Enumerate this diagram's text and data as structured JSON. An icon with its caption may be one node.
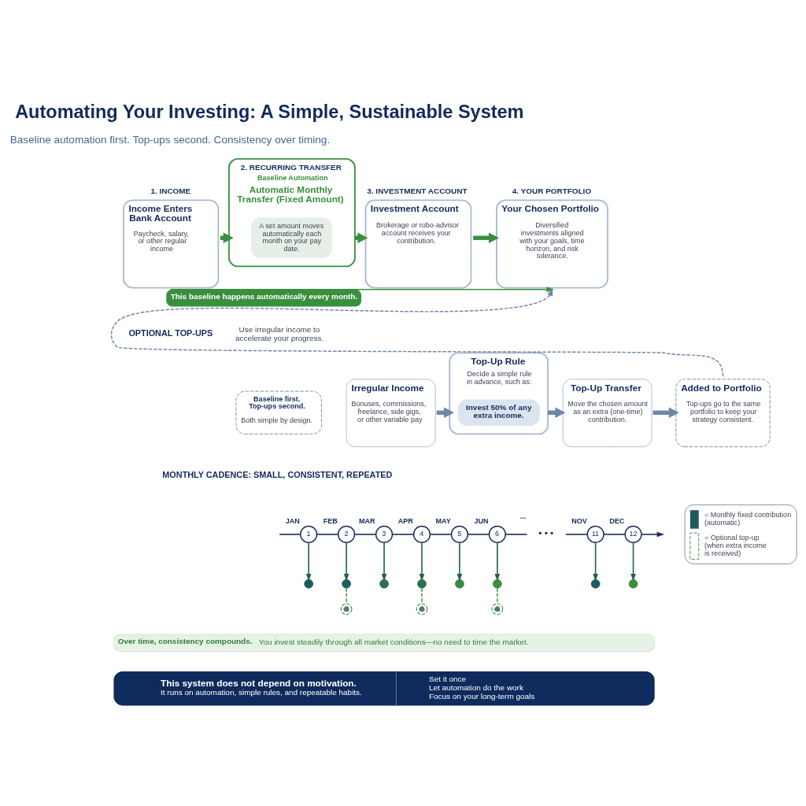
{
  "diagram": {
    "title": "Automating Your Investing: A Simple, Sustainable System",
    "nodes": [
      {
        "text": [
          "1. INCOME",
          "Income Enters Bank Account",
          "Paycheck, salary, or other regular income"
        ]
      },
      {
        "text": [
          "2. RECURRING TRANSFER",
          "Baseline Automation",
          "Automatic Monthly Transfer (Fixed Amount)"
        ]
      },
      {
        "text": [
          "A set amount moves automatically each month on your pay date."
        ],
        "in": 1
      },
      {
        "text": [
          "3. INVESTMENT ACCOUNT",
          "Investment Account",
          "Brokerage or robo-advisor account receives your contribution."
        ]
      },
      {
        "text": [
          "4. YOUR PORTFOLIO",
          "Your Chosen Portfolio",
          "Diversified investments aligned with your goals, time horizon, and risk tolerance."
        ]
      },
      {
        "text": [
          "Baseline first. Top-ups second.",
          "Both simple by design."
        ]
      },
      {
        "text": [
          "Irregular Income",
          "Bonuses, commissions, freelance, side gigs, or other variable pay"
        ]
      },
      {
        "text": [
          "Top-Up Rule",
          "Decide a simple rule in advance, such as:"
        ]
      },
      {
        "text": [
          "Invest 50% of any extra income."
        ],
        "in": 7
      },
      {
        "text": [
          "Top-Up Transfer",
          "Move the chosen amount as an extra (one-time) contribution."
        ]
      },
      {
        "text": [
          "Added to Portfolio",
          "Top-ups go to the same portfolio to keep your strategy consistent."
        ]
      },
      {
        "text": [
          "1"
        ],
        "beside": [
          "JAN"
        ]
      },
      {
        "text": [
          "2"
        ],
        "beside": [
          "FEB"
        ]
      },
      {
        "text": [
          "3"
        ],
        "beside": [
          "MAR"
        ]
      },
      {
        "text": [
          "4"
        ],
        "beside": [
          "APR"
        ]
      },
      {
        "text": [
          "5"
        ],
        "beside": [
          "MAY"
        ]
      },
      {
        "text": [
          "6"
        ],
        "beside": [
          "JUN"
        ]
      },
      {
        "text": [
          "• • •"
        ],
        "beside": [
          "..."
        ]
      },
      {
        "text": [
          "11"
        ],
        "beside": [
          "NOV"
        ]
      },
      {
        "text": [
          "12"
        ],
        "beside": [
          "DEC"
        ]
      },
      {
        "text": [],
        "shape": "circle"
      },
      {
        "text": [],
        "shape": "circle"
      },
      {
        "text": [],
        "shape": "circle"
      },
      {
        "text": [],
        "shape": "circle"
      },
      {
        "text": [],
        "shape": "circle"
      },
      {
        "text": [],
        "shape": "circle"
      },
      {
        "text": [],
        "shape": "circle"
      },
      {
        "text": [],
        "shape": "circle"
      },
      {
        "text": [],
        "shape": "circle"
      },
      {
        "text": [],
        "shape": "circle"
      },
      {
        "text": [],
        "shape": "circle"
      },
      {
        "text": [
          "Over time, consistency compounds.",
          "You invest steadily through all market conditions—no need to time the market."
        ]
      },
      {
        "text": [
          "This system does not depend on motivation.",
          "It runs on automation, simple rules, and repeatable habits.",
          "Set it once",
          "Let automation do the work",
          "Focus on your long-term goals"
        ]
      }
    ],
    "edges": [
      {
        "from": 0,
        "to": 1,
        "arrow": "to",
        "style": "thick",
        "color": "#3a8f3e"
      },
      {
        "from": 1,
        "to": 3,
        "arrow": "to",
        "style": "thick",
        "color": "#3a8f3e"
      },
      {
        "from": 3,
        "to": 4,
        "arrow": "to",
        "style": "thick",
        "color": "#3a8f3e"
      },
      {
        "from": 0,
        "to": 4,
        "arrow": "to",
        "label": "This baseline happens automatically every month.",
        "color": "#3a8f3e"
      },
      {
        "from": 6,
        "to": 7,
        "arrow": "to",
        "style": "thick",
        "color": "#6f87a8"
      },
      {
        "from": 7,
        "to": 9,
        "arrow": "to",
        "style": "thick",
        "color": "#6f87a8"
      },
      {
        "from": 9,
        "to": 10,
        "arrow": "to",
        "style": "thick",
        "color": "#6f87a8"
      },
      {
        "from": 10,
        "to": 4,
        "arrow": "to",
        "style": "dashed",
        "color": "#6f87a8"
      },
      {
        "from": null,
        "to": 11,
        "arrow": "none"
      },
      {
        "from": 11,
        "to": 12,
        "arrow": "none"
      },
      {
        "from": 12,
        "to": 13,
        "arrow": "none"
      },
      {
        "from": 13,
        "to": 14,
        "arrow": "none"
      },
      {
        "from": 14,
        "to": 15,
        "arrow": "none"
      },
      {
        "from": 15,
        "to": 16,
        "arrow": "none"
      },
      {
        "from": 16,
        "to": 17,
        "arrow": "none"
      },
      {
        "from": 17,
        "to": 18,
        "arrow": "none"
      },
      {
        "from": 18,
        "to": 19,
        "arrow": "none"
      },
      {
        "from": 19,
        "to": null,
        "arrow": "to"
      },
      {
        "from": 11,
        "to": 20,
        "arrow": "to",
        "color": "#245f5a"
      },
      {
        "from": 12,
        "to": 21,
        "arrow": "to",
        "color": "#245f5a"
      },
      {
        "from": 13,
        "to": 22,
        "arrow": "to",
        "color": "#245f5a"
      },
      {
        "from": 14,
        "to": 23,
        "arrow": "to",
        "color": "#245f5a"
      },
      {
        "from": 15,
        "to": 24,
        "arrow": "to",
        "color": "#245f5a"
      },
      {
        "from": 16,
        "to": 25,
        "arrow": "to",
        "color": "#245f5a"
      },
      {
        "from": 18,
        "to": 26,
        "arrow": "to",
        "color": "#245f5a"
      },
      {
        "from": 19,
        "to": 27,
        "arrow": "to",
        "color": "#245f5a"
      },
      {
        "from": 21,
        "to": 28,
        "arrow": "none",
        "style": "dashed",
        "color": "#3a8f3e"
      },
      {
        "from": 23,
        "to": 29,
        "arrow": "none",
        "style": "dashed",
        "color": "#3a8f3e"
      },
      {
        "from": 25,
        "to": 30,
        "arrow": "none",
        "style": "dashed",
        "color": "#3a8f3e"
      }
    ],
    "labels": [
      "Baseline automation first. Top-ups second. Consistency over timing.",
      "OPTIONAL TOP-UPS",
      "Use irregular income to accelerate your progress.",
      "MONTHLY CADENCE: SMALL, CONSISTENT, REPEATED"
    ],
    "legend": [
      {
        "text": "= Monthly fixed contribution (automatic)",
        "color": "#1f5a5e"
      },
      {
        "text": "= Optional top-up (when extra income is received)"
      }
    ]
  }
}
